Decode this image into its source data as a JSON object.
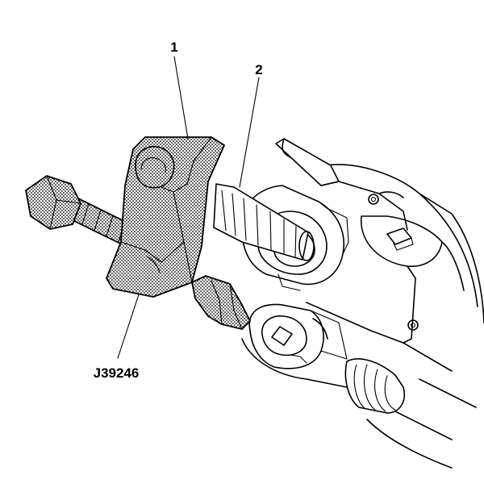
{
  "callouts": {
    "part_1": "1",
    "part_2": "2",
    "tool": "J39246"
  }
}
